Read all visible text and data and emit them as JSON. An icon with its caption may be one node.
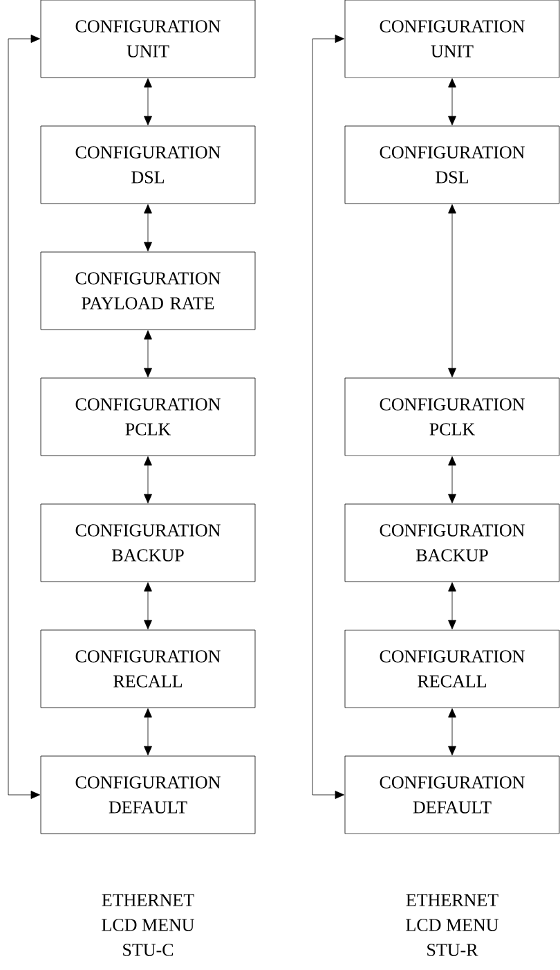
{
  "diagram": {
    "nodes": [
      {
        "text": [
          "CONFIGURATION UNIT"
        ]
      },
      {
        "text": [
          "CONFIGURATION DSL"
        ]
      },
      {
        "text": [
          "CONFIGURATION PAYLOAD RATE"
        ]
      },
      {
        "text": [
          "CONFIGURATION PCLK"
        ]
      },
      {
        "text": [
          "CONFIGURATION BACKUP"
        ]
      },
      {
        "text": [
          "CONFIGURATION RECALL"
        ]
      },
      {
        "text": [
          "CONFIGURATION DEFAULT"
        ]
      },
      {
        "text": [
          "CONFIGURATION UNIT"
        ]
      },
      {
        "text": [
          "CONFIGURATION DSL"
        ]
      },
      {
        "text": [
          "CONFIGURATION PCLK"
        ]
      },
      {
        "text": [
          "CONFIGURATION BACKUP"
        ]
      },
      {
        "text": [
          "CONFIGURATION RECALL"
        ]
      },
      {
        "text": [
          "CONFIGURATION DEFAULT"
        ]
      }
    ],
    "edges": [
      {
        "from": 0,
        "to": 1,
        "arrow": "both"
      },
      {
        "from": 1,
        "to": 2,
        "arrow": "both"
      },
      {
        "from": 2,
        "to": 3,
        "arrow": "both"
      },
      {
        "from": 3,
        "to": 4,
        "arrow": "both"
      },
      {
        "from": 4,
        "to": 5,
        "arrow": "both"
      },
      {
        "from": 5,
        "to": 6,
        "arrow": "both"
      },
      {
        "from": 0,
        "to": 6,
        "arrow": "both"
      },
      {
        "from": 7,
        "to": 8,
        "arrow": "both"
      },
      {
        "from": 8,
        "to": 9,
        "arrow": "both"
      },
      {
        "from": 9,
        "to": 10,
        "arrow": "both"
      },
      {
        "from": 10,
        "to": 11,
        "arrow": "both"
      },
      {
        "from": 11,
        "to": 12,
        "arrow": "both"
      },
      {
        "from": 7,
        "to": 12,
        "arrow": "both"
      }
    ],
    "labels": [
      "ETHERNET",
      "LCD MENU",
      "STU-C",
      "ETHERNET",
      "LCD MENU",
      "STU-R"
    ]
  }
}
